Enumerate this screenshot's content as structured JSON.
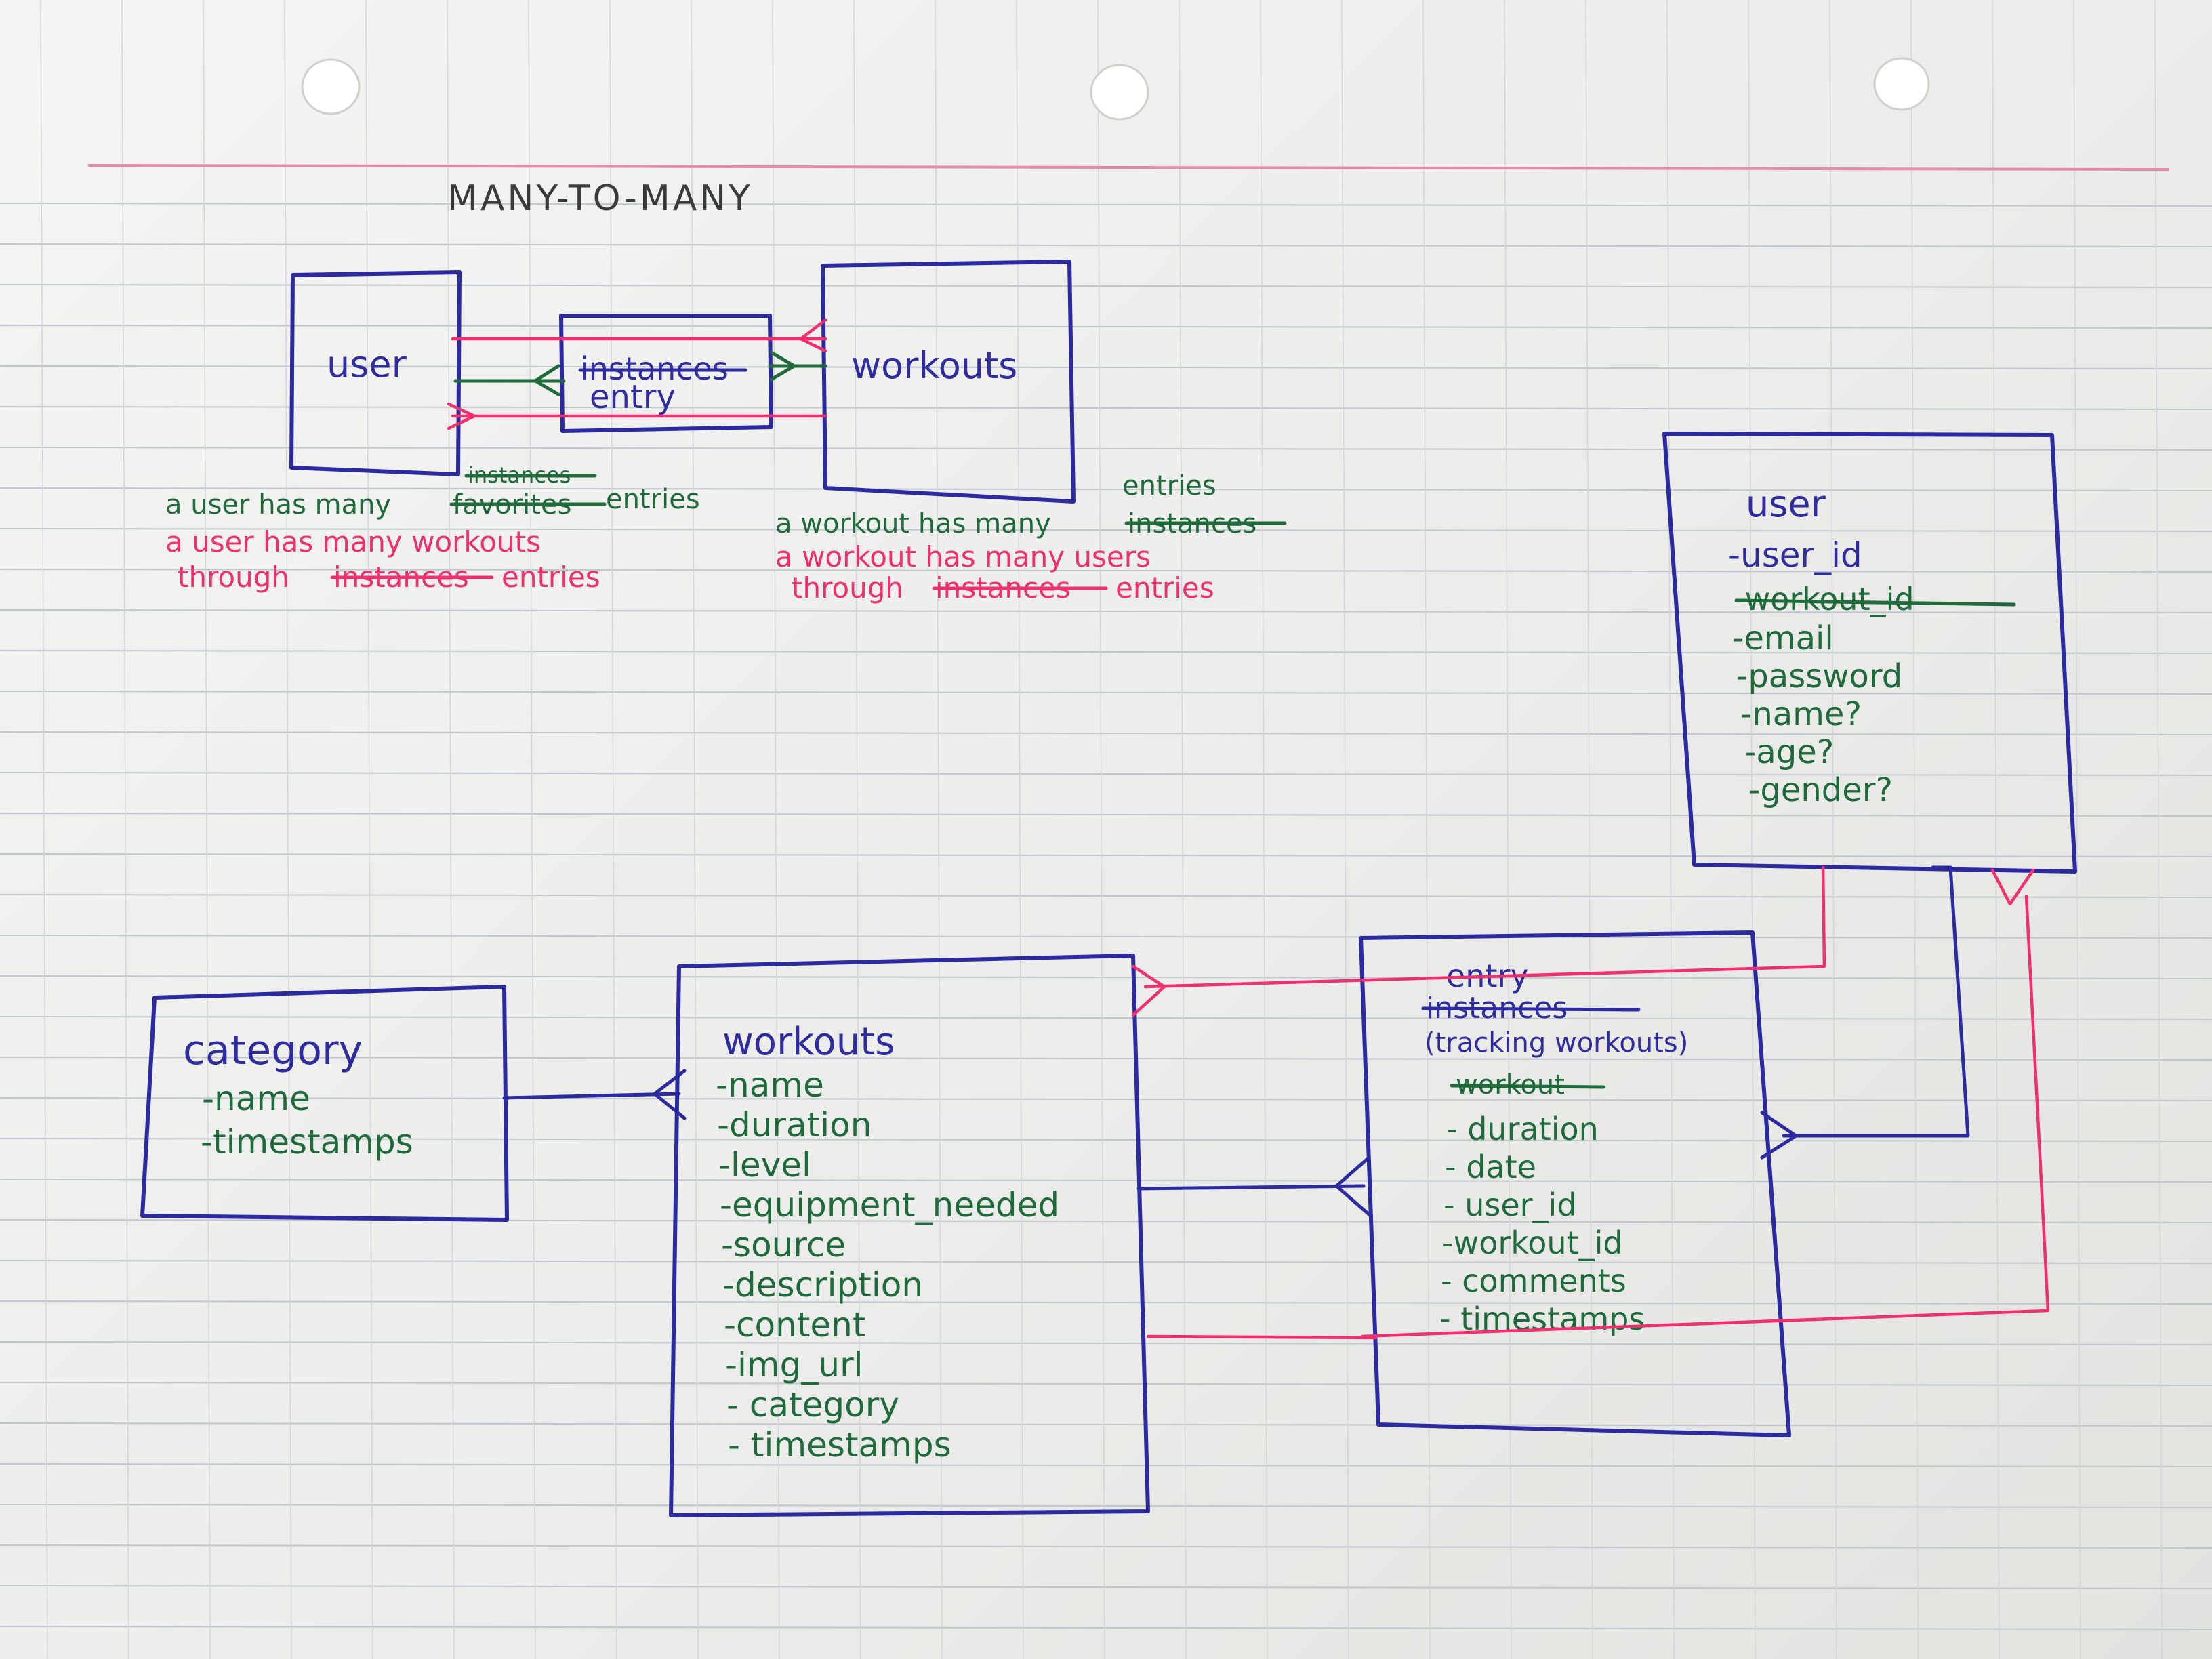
{
  "heading": "MANY-TO-MANY",
  "colors": {
    "blue": "#2b2aa0",
    "green": "#1f6b3a",
    "pink": "#f0306e",
    "margin": "#e58aa8"
  },
  "top_diagram": {
    "user_box": "user",
    "join_box": {
      "struck": "instances",
      "label": "entry"
    },
    "workouts_box": "workouts",
    "left_notes": {
      "line1_prefix": "a user has many",
      "line1_struck": "favorites",
      "line1_insert_struck": "instances",
      "line1_suffix": "entries",
      "line2": "a user has many workouts",
      "line3_prefix": "through",
      "line3_struck": "instances",
      "line3_suffix": "entries"
    },
    "right_notes": {
      "insert": "entries",
      "line1_prefix": "a workout has many",
      "line1_struck": "instances",
      "line2": "a workout has many users",
      "line3_prefix": "through",
      "line3_struck": "instances",
      "line3_suffix": "entries"
    }
  },
  "tables": {
    "category": {
      "title": "category",
      "fields": [
        "-name",
        "-timestamps"
      ]
    },
    "workouts": {
      "title": "workouts",
      "fields": [
        "-name",
        "-duration",
        "-level",
        "-equipment_needed",
        "-source",
        "-description",
        "-content",
        "-img_url",
        "- category",
        "- timestamps"
      ]
    },
    "entry": {
      "title": "entry",
      "struck_title": "instances",
      "subtitle": "(tracking workouts)",
      "struck_field": "workout",
      "fields": [
        "- duration",
        "- date",
        "- user_id",
        "-workout_id",
        "- comments",
        "- timestamps"
      ]
    },
    "user": {
      "title": "user",
      "first_field": "-user_id",
      "struck_field": "-workout_id",
      "fields": [
        "-email",
        "-password",
        "-name?",
        "-age?",
        "-gender?"
      ]
    }
  }
}
